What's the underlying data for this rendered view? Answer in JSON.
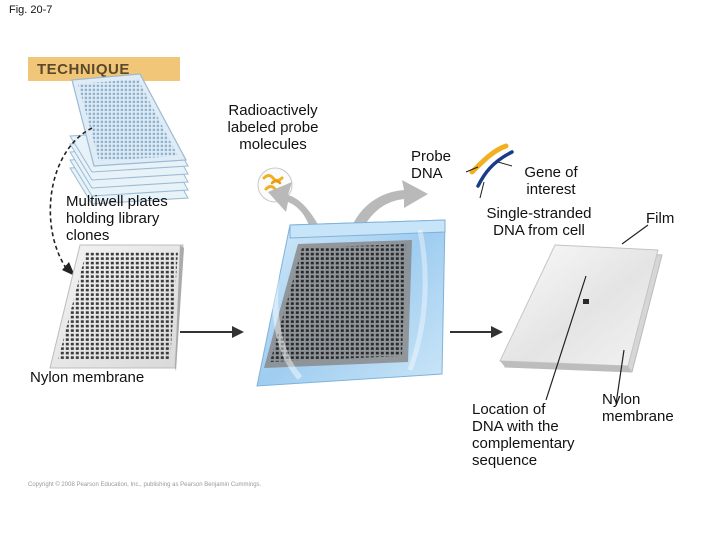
{
  "figure": {
    "fig_label": "Fig. 20-7",
    "technique": "TECHNIQUE",
    "copyright": "Copyright © 2008 Pearson Education, Inc., publishing as Pearson Benjamin Cummings."
  },
  "labels": {
    "multiwell_line1": "Multiwell plates",
    "multiwell_line2": "holding library",
    "multiwell_line3": "clones",
    "probe_mol_line1": "Radioactively",
    "probe_mol_line2": "labeled probe",
    "probe_mol_line3": "molecules",
    "probe_dna_line1": "Probe",
    "probe_dna_line2": "DNA",
    "gene_line1": "Gene of",
    "gene_line2": "interest",
    "ss_dna_line1": "Single-stranded",
    "ss_dna_line2": "DNA from cell",
    "film": "Film",
    "nylon_membrane": "Nylon membrane",
    "nylon2_line1": "Nylon",
    "nylon2_line2": "membrane",
    "location_line1": "Location of",
    "location_line2": "DNA with the",
    "location_line3": "complementary",
    "location_line4": "sequence"
  },
  "colors": {
    "banner": "#f2c679",
    "probe": "#f0b020",
    "bag": "#a9d3f2",
    "arrow": "#b9b9b9",
    "plate": "#cfe3f2"
  }
}
